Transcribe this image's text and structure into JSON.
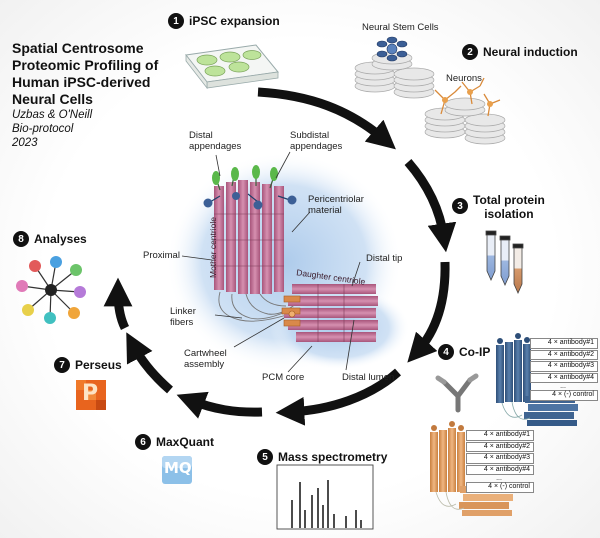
{
  "title": "Spatial Centrosome Proteomic Profiling of Human iPSC-derived Neural Cells",
  "authors": "Uzbas & O'Neill",
  "journal": "Bio-protocol",
  "year": "2023",
  "steps": [
    {
      "num": "1",
      "label": "iPSC expansion"
    },
    {
      "num": "2",
      "label": "Neural induction"
    },
    {
      "num": "3",
      "label": "Total protein"
    },
    {
      "num": "4",
      "label": "Co-IP"
    },
    {
      "num": "5",
      "label": "Mass spectrometry"
    },
    {
      "num": "6",
      "label": "MaxQuant"
    },
    {
      "num": "7",
      "label": "Perseus"
    },
    {
      "num": "8",
      "label": "Analyses"
    }
  ],
  "step3_line2": "isolation",
  "cell_labels": {
    "neural_stem_cells": "Neural Stem Cells",
    "neurons": "Neurons"
  },
  "centrosome_labels": {
    "distal_appendages_1": "Distal",
    "distal_appendages_2": "appendages",
    "subdistal_1": "Subdistal",
    "subdistal_2": "appendages",
    "pericentriolar_1": "Pericentriolar",
    "pericentriolar_2": "material",
    "mother_centriole": "Mother centriole",
    "daughter_centriole": "Daughter centriole",
    "proximal": "Proximal",
    "distal_tip": "Distal tip",
    "linker_1": "Linker",
    "linker_2": "fibers",
    "cartwheel_1": "Cartwheel",
    "cartwheel_2": "assembly",
    "pcm_core": "PCM core",
    "distal_lumen": "Distal lumen"
  },
  "antibodies_blue": [
    "4 × antibody#1",
    "4 × antibody#2",
    "4 × antibody#3",
    "4 × antibody#4",
    "...",
    "4 × (-) control"
  ],
  "antibodies_orange": [
    "4 × antibody#1",
    "4 × antibody#2",
    "4 × antibody#3",
    "4 × antibody#4",
    "...",
    "4 × (-) control"
  ],
  "maxquant_logo": "MQ",
  "perseus_logo": "P",
  "colors": {
    "centriole": "#c9769a",
    "pcm_glow": "#a9c8ea",
    "blue_centrosome": "#3f6491",
    "orange_centrosome": "#e0a068",
    "arrow": "#111111",
    "tube_blue": "#9db7e0",
    "tube_orange": "#d69a6c",
    "dish_green": "#bde39a",
    "perseus_orange": "#e8641e",
    "maxquant_blue": "#6aa6d8"
  }
}
